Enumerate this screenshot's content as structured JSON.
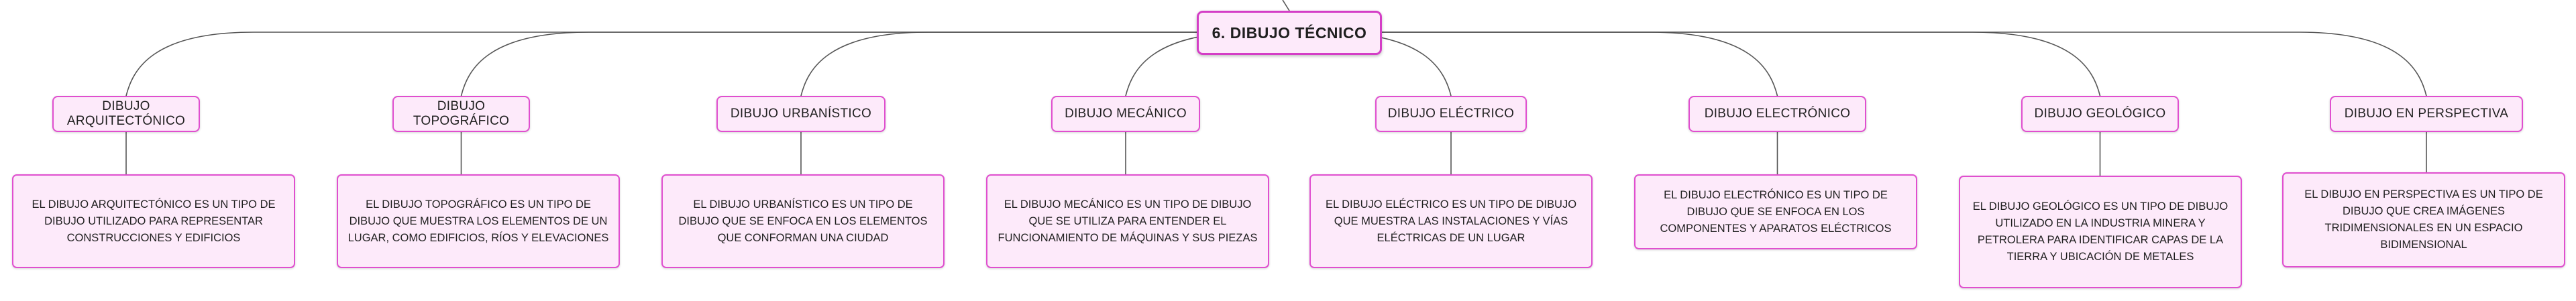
{
  "root": {
    "label": "6. DIBUJO TÉCNICO"
  },
  "branches": [
    {
      "title": "DIBUJO ARQUITECTÓNICO",
      "description": "EL DIBUJO ARQUITECTÓNICO ES UN TIPO DE DIBUJO UTILIZADO PARA REPRESENTAR CONSTRUCCIONES Y EDIFICIOS"
    },
    {
      "title": "DIBUJO TOPOGRÁFICO",
      "description": "EL DIBUJO TOPOGRÁFICO ES UN TIPO DE DIBUJO QUE MUESTRA LOS ELEMENTOS DE UN LUGAR, COMO EDIFICIOS, RÍOS Y ELEVACIONES"
    },
    {
      "title": "DIBUJO URBANÍSTICO",
      "description": "EL DIBUJO URBANÍSTICO ES UN TIPO DE DIBUJO QUE SE ENFOCA EN LOS ELEMENTOS QUE CONFORMAN UNA CIUDAD"
    },
    {
      "title": "DIBUJO MECÁNICO",
      "description": "EL DIBUJO MECÁNICO ES UN TIPO DE DIBUJO QUE SE UTILIZA PARA ENTENDER EL FUNCIONAMIENTO DE MÁQUINAS Y SUS PIEZAS"
    },
    {
      "title": "DIBUJO ELÉCTRICO",
      "description": "EL DIBUJO ELÉCTRICO ES UN TIPO DE DIBUJO QUE MUESTRA LAS INSTALACIONES Y VÍAS ELÉCTRICAS DE UN LUGAR"
    },
    {
      "title": "DIBUJO ELECTRÓNICO",
      "description": "EL DIBUJO ELECTRÓNICO ES UN TIPO DE DIBUJO QUE SE ENFOCA EN LOS COMPONENTES Y APARATOS ELÉCTRICOS"
    },
    {
      "title": "DIBUJO GEOLÓGICO",
      "description": "EL DIBUJO GEOLÓGICO ES UN TIPO DE DIBUJO UTILIZADO EN LA INDUSTRIA MINERA Y PETROLERA PARA IDENTIFICAR CAPAS DE LA TIERRA Y UBICACIÓN DE METALES"
    },
    {
      "title": "DIBUJO EN PERSPECTIVA",
      "description": "EL DIBUJO EN PERSPECTIVA ES UN TIPO DE DIBUJO QUE CREA IMÁGENES TRIDIMENSIONALES EN UN ESPACIO BIDIMENSIONAL"
    }
  ],
  "colors": {
    "node_fill": "#fdeafa",
    "node_border": "#e04fcf",
    "connector": "#555555"
  }
}
